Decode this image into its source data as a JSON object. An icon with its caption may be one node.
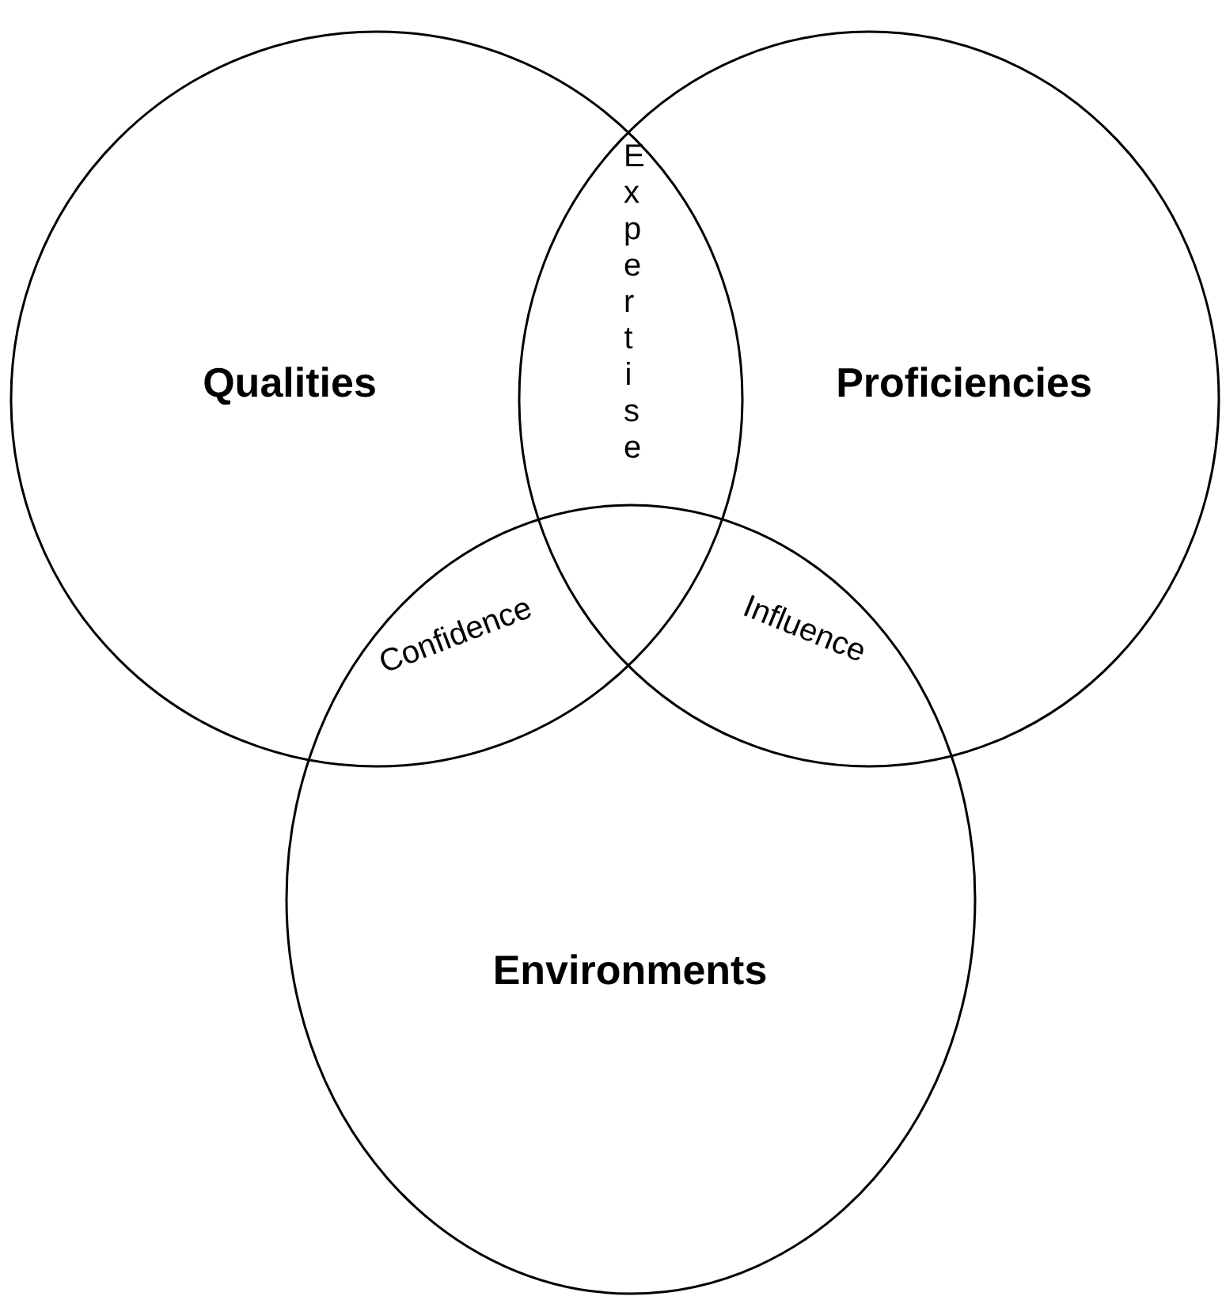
{
  "diagram": {
    "nodes": [
      {
        "text": [
          "Qualities"
        ]
      },
      {
        "text": [
          "Proficiencies"
        ]
      },
      {
        "text": [
          "Environments"
        ]
      }
    ],
    "labels": [
      "Expertise",
      "Confidence",
      "Influence"
    ]
  }
}
